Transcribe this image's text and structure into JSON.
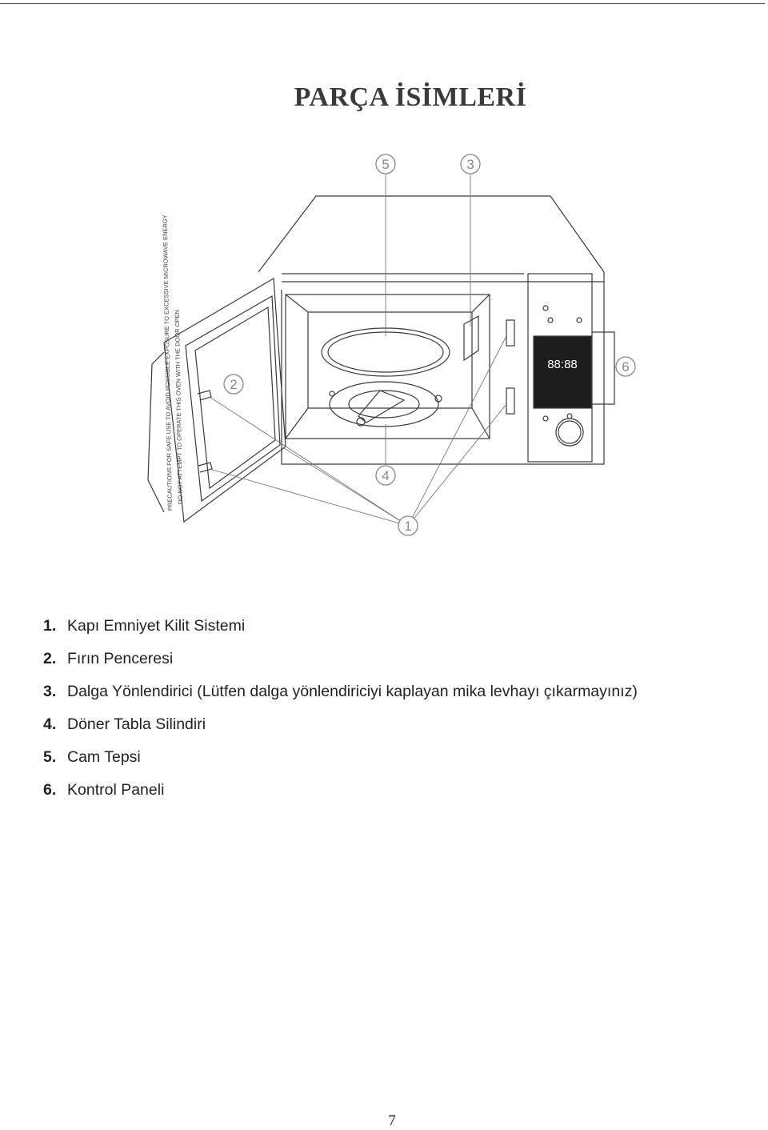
{
  "title": "PARÇA İSİMLERİ",
  "callouts": [
    "5",
    "3",
    "6",
    "2",
    "4",
    "1"
  ],
  "door_warning": [
    "PRECAUTIONS FOR SAFE USE TO AVOID POSSIBLE EXPOSURE TO EXCESSIVE MICROWAVE ENERGY",
    "DO NOT ATTEMPT TO OPERATE THIS OVEN WITH THE DOOR OPEN"
  ],
  "parts": [
    {
      "number": "1.",
      "label": "Kapı Emniyet Kilit Sistemi"
    },
    {
      "number": "2.",
      "label": "Fırın Penceresi"
    },
    {
      "number": "3.",
      "label": "Dalga Yönlendirici (Lütfen dalga yönlendiriciyi kaplayan mika levhayı çıkarmayınız)"
    },
    {
      "number": "4.",
      "label": "Döner Tabla Silindiri"
    },
    {
      "number": "5.",
      "label": "Cam Tepsi"
    },
    {
      "number": "6.",
      "label": "Kontrol Paneli"
    }
  ],
  "display": "88:88",
  "page_number": "7"
}
